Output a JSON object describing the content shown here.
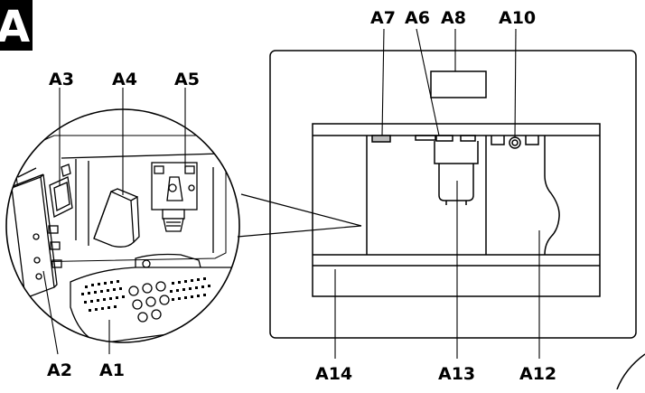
{
  "figure": {
    "section_letter": "A",
    "callouts": {
      "a1": "A1",
      "a2": "A2",
      "a3": "A3",
      "a4": "A4",
      "a5": "A5",
      "a6": "A6",
      "a7": "A7",
      "a8": "A8",
      "a10": "A10",
      "a12": "A12",
      "a13": "A13",
      "a14": "A14"
    }
  }
}
